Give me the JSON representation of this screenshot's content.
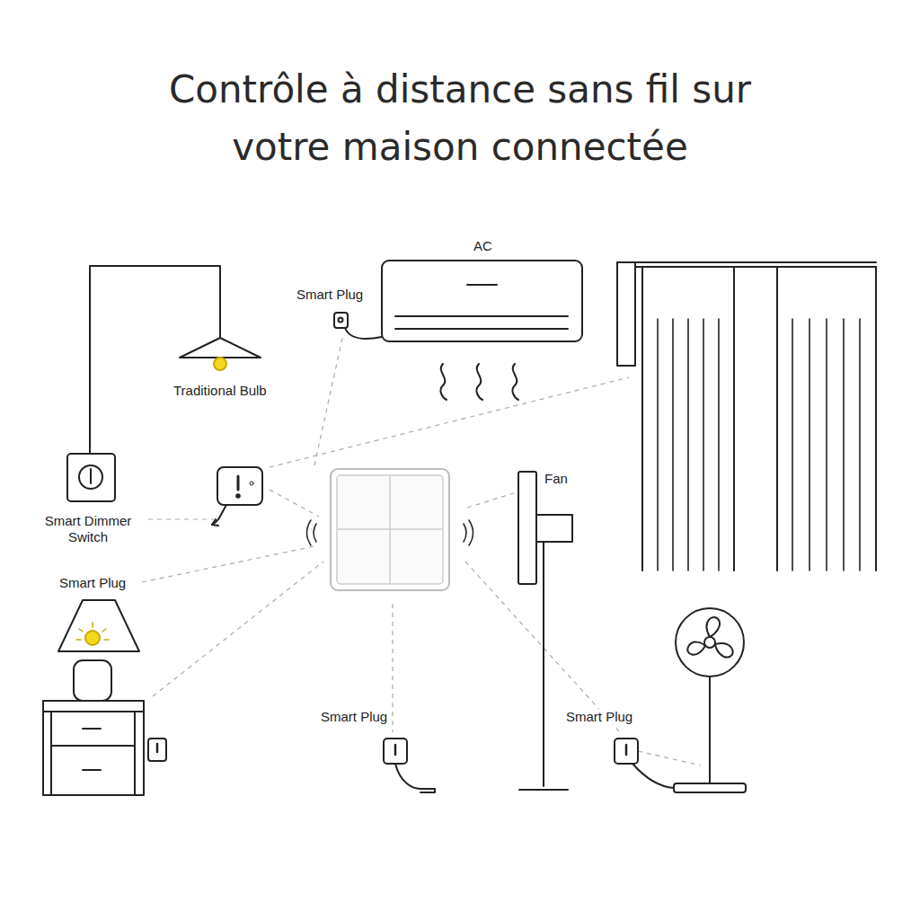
{
  "diagram": {
    "title": "Contrôle à distance sans fil sur votre maison connectée",
    "labels": [
      "AC",
      "Smart Plug",
      "Traditional Bulb",
      "Fan",
      "Smart Dimmer Switch",
      "Smart Plug",
      "Smart Plug",
      "Smart Plug"
    ]
  }
}
